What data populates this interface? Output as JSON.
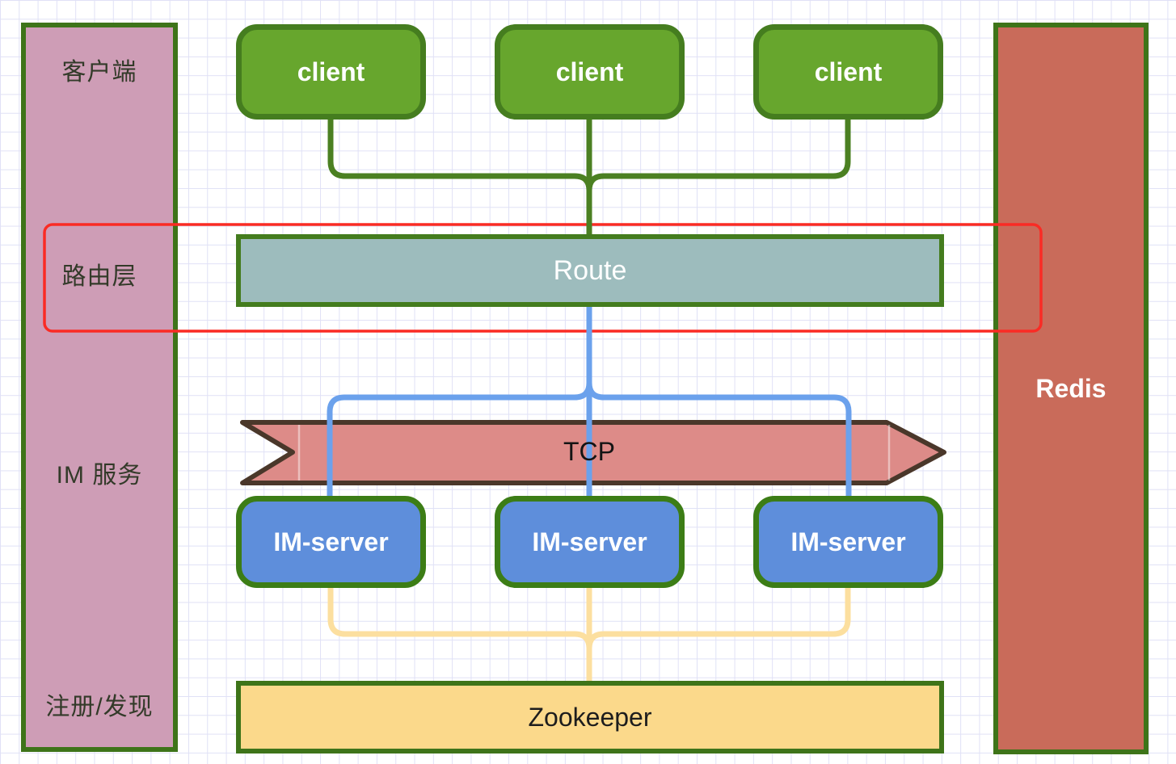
{
  "diagram": {
    "sidebar_labels": [
      "客户端",
      "路由层",
      "IM 服务",
      "注册/发现"
    ],
    "clients": [
      "client",
      "client",
      "client"
    ],
    "route": "Route",
    "tcp": "TCP",
    "im_servers": [
      "IM-server",
      "IM-server",
      "IM-server"
    ],
    "zookeeper": "Zookeeper",
    "redis": "Redis"
  },
  "colors": {
    "sidebar_fill": "#ce9db6",
    "node_green_fill": "#67a62d",
    "node_border_green": "#447c1e",
    "route_fill": "#9dbcbd",
    "tcp_fill": "#dd8b88",
    "tcp_border": "#4a372a",
    "im_server_fill": "#5e8edb",
    "zookeeper_fill": "#fbd98b",
    "redis_fill": "#c96b5a",
    "connector_green": "#4b8022",
    "connector_blue": "#6ba1ec",
    "connector_yellow": "#fcdf9f",
    "highlight_red": "#fa2b24"
  }
}
